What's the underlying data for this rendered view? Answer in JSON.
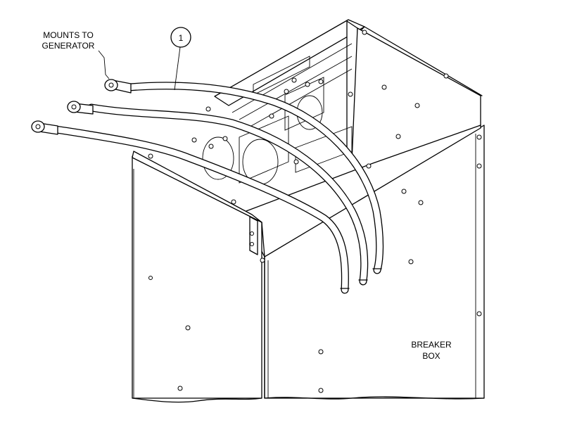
{
  "callout": {
    "number": "1"
  },
  "labels": {
    "mounts_line1": "MOUNTS TO",
    "mounts_line2": "GENERATOR",
    "breaker_line1": "BREAKER",
    "breaker_line2": "BOX"
  }
}
